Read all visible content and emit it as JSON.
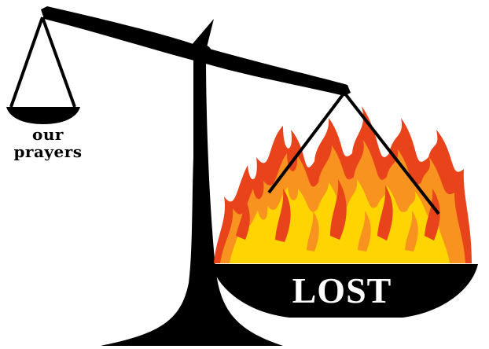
{
  "left_pan": {
    "label_line1": "our",
    "label_line2": "prayers"
  },
  "right_pan": {
    "label": "LOST"
  },
  "colors": {
    "scale": "#000000",
    "flame_outer": "#e8431b",
    "flame_mid": "#f7931e",
    "flame_inner": "#ffd400",
    "text_on_pan": "#ffffff"
  }
}
